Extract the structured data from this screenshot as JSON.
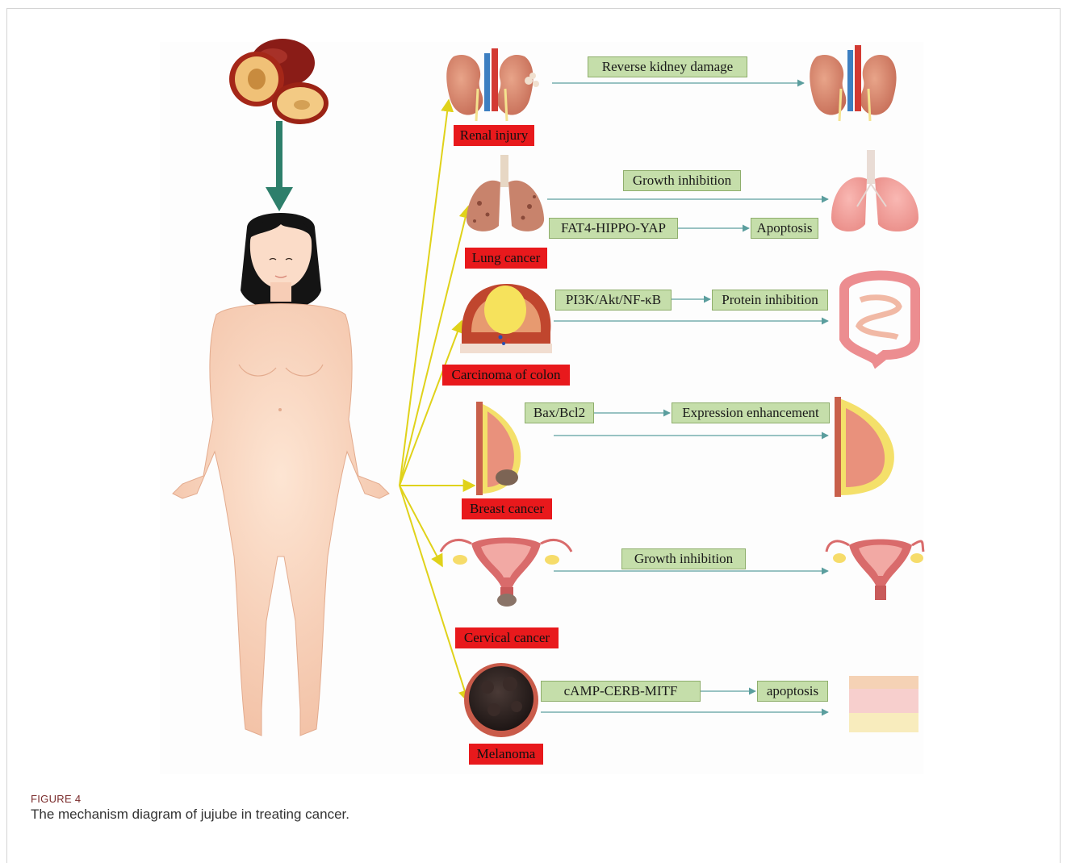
{
  "source": {
    "name": "jujube",
    "icon": "jujube-fruit-icon"
  },
  "figure": {
    "label": "FIGURE 4",
    "caption": "The mechanism diagram of jujube in treating cancer."
  },
  "rows": [
    {
      "id": "renal",
      "disease": "Renal injury",
      "icon": "kidney-icon",
      "pathway": "",
      "effect": "Reverse kidney damage",
      "outcome_icon": "healthy-kidney-icon"
    },
    {
      "id": "lung",
      "disease": "Lung cancer",
      "icon": "lung-icon",
      "pathway": "FAT4-HIPPO-YAP",
      "effect": "Growth inhibition",
      "pathway_effect": "Apoptosis",
      "outcome_icon": "healthy-lung-icon"
    },
    {
      "id": "colon",
      "disease": "Carcinoma of colon",
      "icon": "colon-tumor-icon",
      "pathway": "PI3K/Akt/NF-κB",
      "effect": "",
      "pathway_effect": "Protein inhibition",
      "outcome_icon": "intestine-icon"
    },
    {
      "id": "breast",
      "disease": "Breast cancer",
      "icon": "breast-icon",
      "pathway": "Bax/Bcl2",
      "effect": "",
      "pathway_effect": "Expression enhancement",
      "outcome_icon": "healthy-breast-icon"
    },
    {
      "id": "cervical",
      "disease": "Cervical cancer",
      "icon": "uterus-icon",
      "pathway": "",
      "effect": "Growth inhibition",
      "outcome_icon": "healthy-uterus-icon"
    },
    {
      "id": "melanoma",
      "disease": "Melanoma",
      "icon": "melanoma-icon",
      "pathway": "cAMP-CERB-MITF",
      "effect": "",
      "pathway_effect": "apoptosis",
      "outcome_icon": "skin-icon"
    }
  ],
  "colors": {
    "disease_label": "#e8191c",
    "effect_box": "#c5deaa",
    "branch_arrow": "#e0d21a",
    "flow_arrow": "#5b9e9e",
    "intake_arrow": "#2e7f6b"
  }
}
